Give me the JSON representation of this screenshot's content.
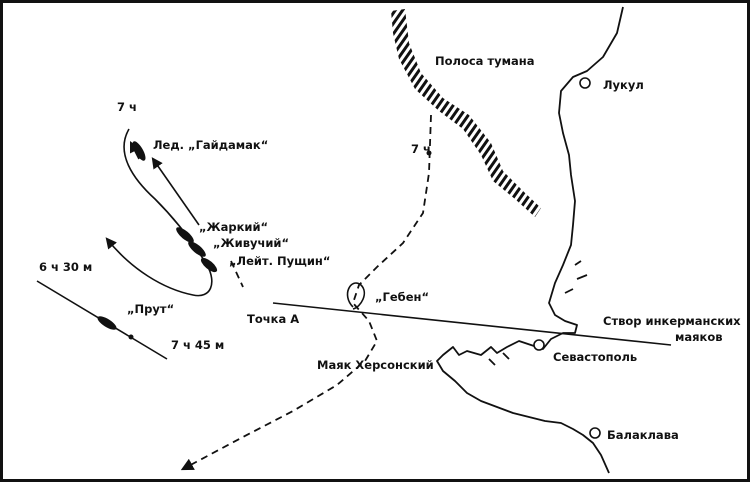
{
  "labels": {
    "fog_band": "Полоса тумана",
    "lukul": "Лукул",
    "time_7h_left": "7 ч",
    "time_7h_center": "7 ч",
    "gaydamak": "Лед. „Гайдамак“",
    "zharkiy": "„Жаркий“",
    "zhivuchiy": "„Живучий“",
    "pushchin": "„Лейт. Пущин“",
    "time_630": "6 ч 30 м",
    "prut": "„Прут“",
    "time_745": "7 ч 45 м",
    "goeben": "„Гебен“",
    "point_a": "Точка А",
    "stvor_line1": "Створ инкерманских",
    "stvor_line2": "маяков",
    "sevastopol": "Севастополь",
    "khersonsky": "Маяк Херсонский",
    "balaklava": "Балаклава"
  },
  "colors": {
    "ink": "#111111",
    "paper": "#ffffff"
  }
}
